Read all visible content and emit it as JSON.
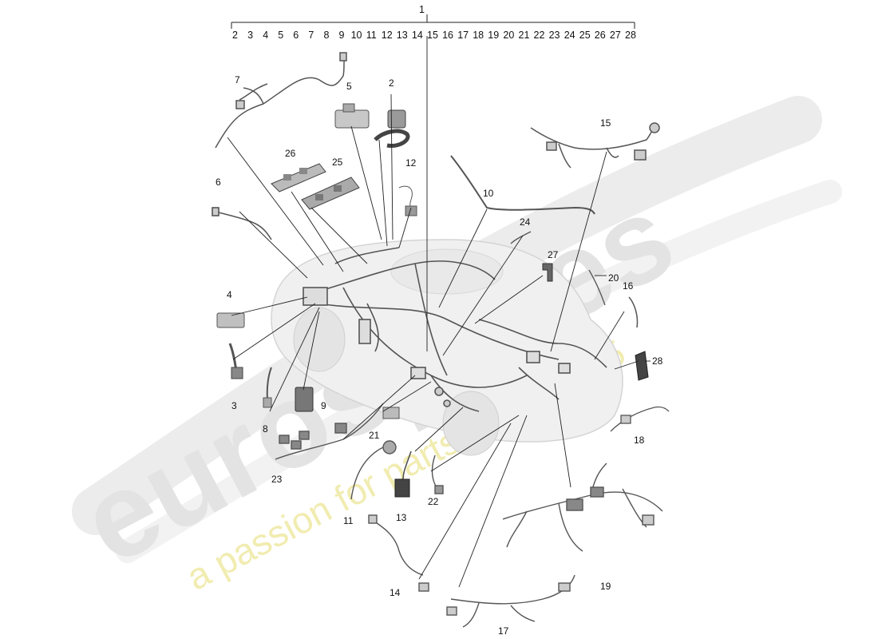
{
  "watermark": {
    "brand": "eurospares",
    "tagline": "a passion for parts since 1985"
  },
  "header": {
    "main_number": "1",
    "sub_numbers": [
      "2",
      "3",
      "4",
      "5",
      "6",
      "7",
      "8",
      "9",
      "10",
      "11",
      "12",
      "13",
      "14",
      "15",
      "16",
      "17",
      "18",
      "19",
      "20",
      "21",
      "22",
      "23",
      "24",
      "25",
      "26",
      "27",
      "28"
    ]
  },
  "callouts": {
    "n2": "2",
    "n3": "3",
    "n4": "4",
    "n5": "5",
    "n6": "6",
    "n7": "7",
    "n8": "8",
    "n9": "9",
    "n10": "10",
    "n11": "11",
    "n12": "12",
    "n13": "13",
    "n14": "14",
    "n15": "15",
    "n16": "16",
    "n17": "17",
    "n18": "18",
    "n19": "19",
    "n20": "20",
    "n21": "21",
    "n22": "22",
    "n23": "23",
    "n24": "24",
    "n25": "25",
    "n26": "26",
    "n27": "27",
    "n28": "28"
  }
}
